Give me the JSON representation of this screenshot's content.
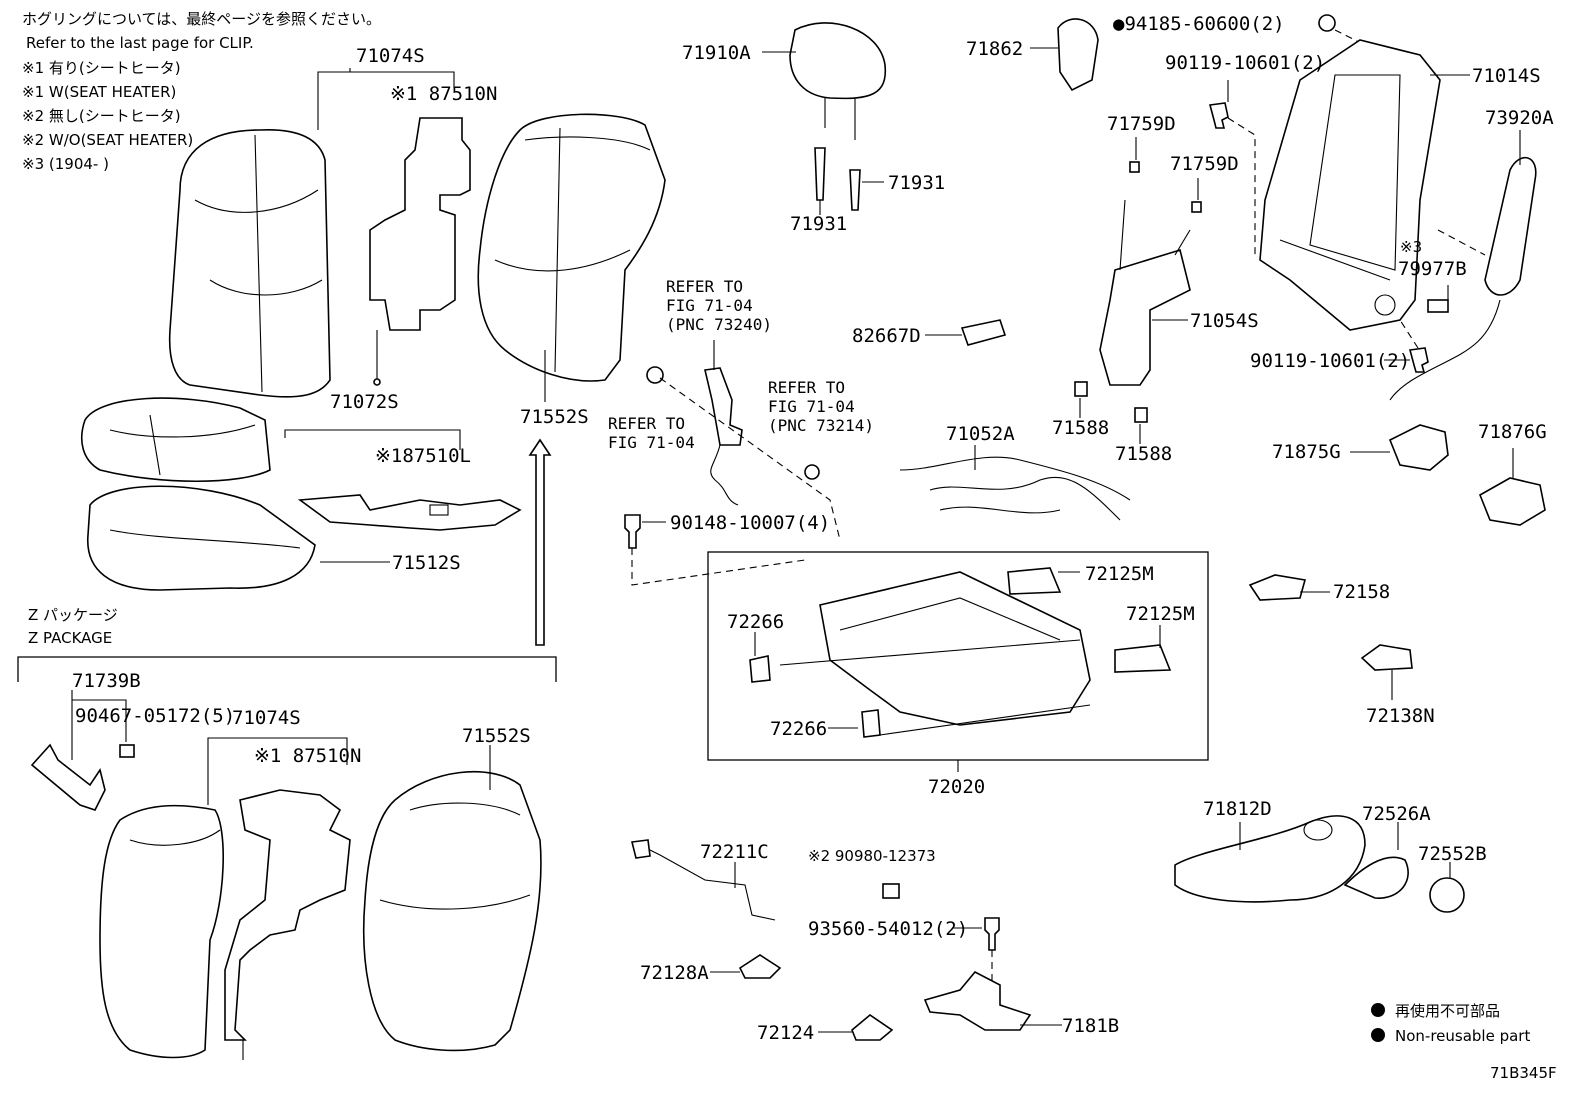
{
  "notes": {
    "jp_clip": "ホグリングについては、最終ページを参照ください。",
    "en_clip": "Refer to the last page for CLIP.",
    "n1_jp": "※1 有り(シートヒータ)",
    "n1_en": "※1  W(SEAT HEATER)",
    "n2_jp": "※2 無し(シートヒータ)",
    "n2_en": "※2  W/O(SEAT HEATER)",
    "n3": "※3 (1904-      )"
  },
  "package": {
    "jp": "Z パッケージ",
    "en": "Z PACKAGE"
  },
  "legend": {
    "jp": "再使用不可部品",
    "en": "Non-reusable part"
  },
  "figure_code": "71B345F",
  "refs": {
    "r1": [
      "REFER TO",
      "FIG 71-04",
      "(PNC 73240)"
    ],
    "r2": [
      "REFER TO",
      "FIG 71-04"
    ],
    "r3": [
      "REFER TO",
      "FIG 71-04",
      "(PNC 73214)"
    ]
  },
  "labels": {
    "p71074S_top": "71074S",
    "p87510N_top": "※1 87510N",
    "p71072S": "71072S",
    "p87510L": "※187510L",
    "p71512S": "71512S",
    "p71552S_top": "71552S",
    "p71739B": "71739B",
    "p90467": "90467-05172(5)",
    "p71074S_bot": "71074S",
    "p87510N_bot": "※1 87510N",
    "p71552S_bot": "71552S",
    "p71910A": "71910A",
    "p71931a": "71931",
    "p71931b": "71931",
    "p90148": "90148-10007(4)",
    "p71862": "71862",
    "p94185": "●94185-60600(2)",
    "p71014S": "71014S",
    "p90119a": "90119-10601(2)",
    "p71759Da": "71759D",
    "p71759Db": "71759D",
    "p73920A": "73920A",
    "p79977B_n": "※3",
    "p79977B": "79977B",
    "p82667D": "82667D",
    "p71054S": "71054S",
    "p90119b": "90119-10601(2)",
    "p71052A": "71052A",
    "p71588a": "71588",
    "p71588b": "71588",
    "p71875G": "71875G",
    "p71876G": "71876G",
    "p72125Ma": "72125M",
    "p72125Mb": "72125M",
    "p72266a": "72266",
    "p72266b": "72266",
    "p72020": "72020",
    "p72158": "72158",
    "p72138N": "72138N",
    "p72211C": "72211C",
    "p90980": "※2 90980-12373",
    "p93560": "93560-54012(2)",
    "p72128A": "72128A",
    "p72124": "72124",
    "p7181B": "7181B",
    "p71812D": "71812D",
    "p72526A": "72526A",
    "p72552B": "72552B"
  }
}
